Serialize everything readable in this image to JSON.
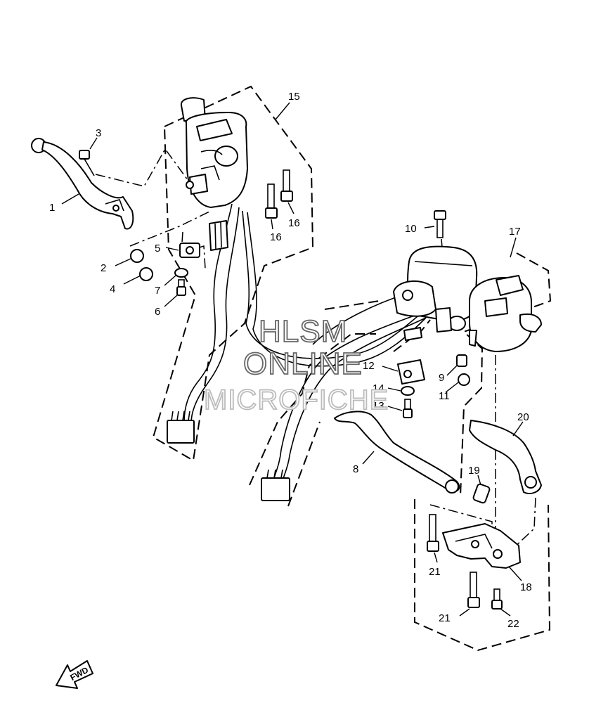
{
  "callouts": {
    "c1": "1",
    "c2": "2",
    "c3": "3",
    "c4": "4",
    "c5": "5",
    "c6": "6",
    "c7": "7",
    "c8": "8",
    "c9": "9",
    "c10": "10",
    "c11": "11",
    "c12": "12",
    "c13": "13",
    "c14": "14",
    "c15": "15",
    "c16a": "16",
    "c16b": "16",
    "c17": "17",
    "c18": "18",
    "c19": "19",
    "c20": "20",
    "c21a": "21",
    "c21b": "21",
    "c22": "22"
  },
  "watermark": {
    "line1": "HLSM",
    "line2": "ONLINE",
    "line3": "MICROFICHE"
  },
  "direction_marker": "FWD"
}
